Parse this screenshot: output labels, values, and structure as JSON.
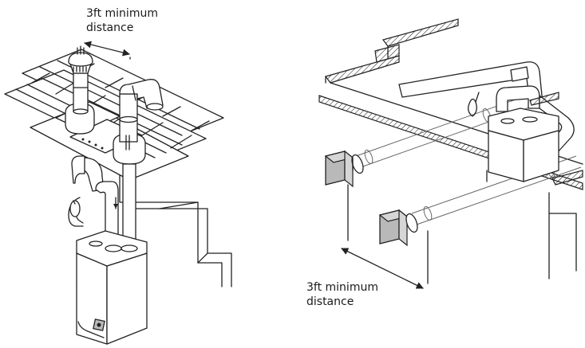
{
  "labels": {
    "roof_distance": [
      "3ft minimum",
      "distance"
    ],
    "wall_distance": [
      "3ft minimum",
      "distance"
    ]
  },
  "icons": [
    "vent-cap-icon",
    "wall-termination-icon",
    "water-heater-icon",
    "power-cord-icon"
  ],
  "colors": {
    "line": "#222222",
    "fill": "#ffffff",
    "termination_gray": "#b9b9b9"
  }
}
